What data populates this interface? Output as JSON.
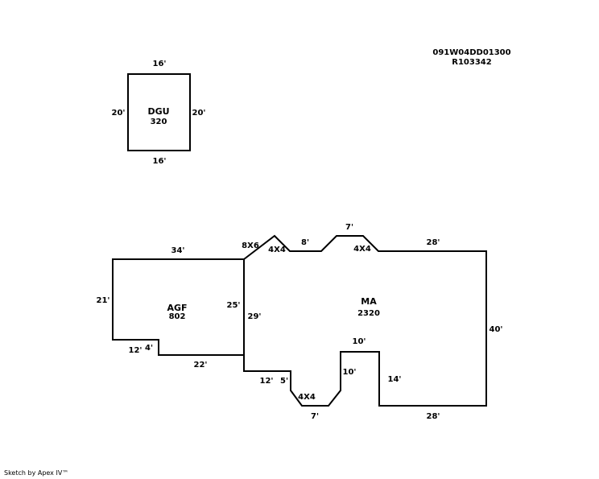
{
  "parcel": {
    "id": "091W04DD01300",
    "account": "R103342"
  },
  "credit": "Sketch by Apex IV™",
  "areas": {
    "dgu": {
      "name": "DGU",
      "sqft": "320"
    },
    "agf": {
      "name": "AGF",
      "sqft": "802"
    },
    "ma": {
      "name": "MA",
      "sqft": "2320"
    }
  },
  "dims": {
    "dgu_top": "16'",
    "dgu_bottom": "16'",
    "dgu_left": "20'",
    "dgu_right": "20'",
    "agf_top": "34'",
    "agf_left": "21'",
    "agf_notch_h": "12'",
    "agf_notch_v": "4'",
    "agf_bottom": "22'",
    "agf_right": "25'",
    "ma_8x6": "8X6",
    "ma_4x4_a": "4X4",
    "ma_8": "8'",
    "ma_7_top": "7'",
    "ma_4x4_b": "4X4",
    "ma_28_top": "28'",
    "ma_40": "40'",
    "ma_29": "29'",
    "ma_12": "12'",
    "ma_5": "5'",
    "ma_4x4_c": "4X4",
    "ma_7_bottom": "7'",
    "ma_10_top": "10'",
    "ma_10_side": "10'",
    "ma_14": "14'",
    "ma_28_bottom": "28'"
  }
}
